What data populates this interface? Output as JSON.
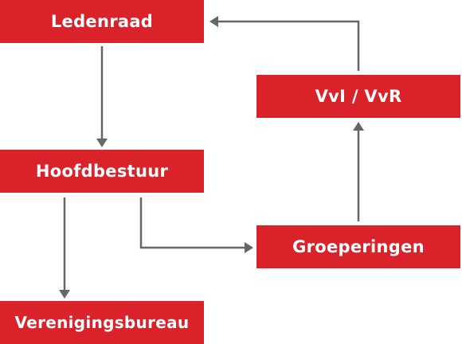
{
  "nodes": {
    "ledenraad": "Ledenraad",
    "hoofdbestuur": "Hoofdbestuur",
    "verenigingsbureau": "Verenigingsbureau",
    "vvl_vvr": "VvI / VvR",
    "groeperingen": "Groeperingen"
  },
  "edges": [
    {
      "from": "Ledenraad",
      "to": "Hoofdbestuur"
    },
    {
      "from": "Hoofdbestuur",
      "to": "Verenigingsbureau"
    },
    {
      "from": "Hoofdbestuur",
      "to": "Groeperingen"
    },
    {
      "from": "Groeperingen",
      "to": "VvI / VvR"
    },
    {
      "from": "VvI / VvR",
      "to": "Ledenraad"
    }
  ],
  "colors": {
    "box_fill": "#d9222a",
    "box_text": "#ffffff",
    "connector": "#666666"
  }
}
